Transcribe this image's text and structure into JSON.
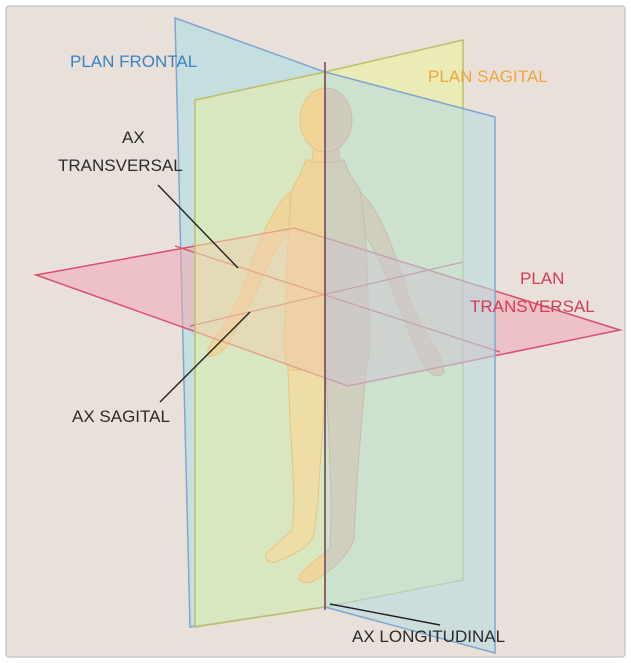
{
  "colors": {
    "background": "#e9e1d9",
    "frontal_plane": "#b8dce0",
    "sagittal_plane": "#eaeea8",
    "transverse_plane": "#f3a7b6",
    "body_skin": "#f5b585",
    "frontal_label": "#3a82c4",
    "sagittal_label": "#f0a53a",
    "transverse_label": "#d63a58",
    "axis_label": "#2b2b2b"
  },
  "labels": {
    "plan_frontal": "PLAN FRONTAL",
    "plan_sagital": "PLAN SAGITAL",
    "plan_transversal_line1": "PLAN",
    "plan_transversal_line2": "TRANSVERSAL",
    "ax_transversal_line1": "AX",
    "ax_transversal_line2": "TRANSVERSAL",
    "ax_sagital": "AX SAGITAL",
    "ax_longitudinal": "AX LONGITUDINAL"
  }
}
